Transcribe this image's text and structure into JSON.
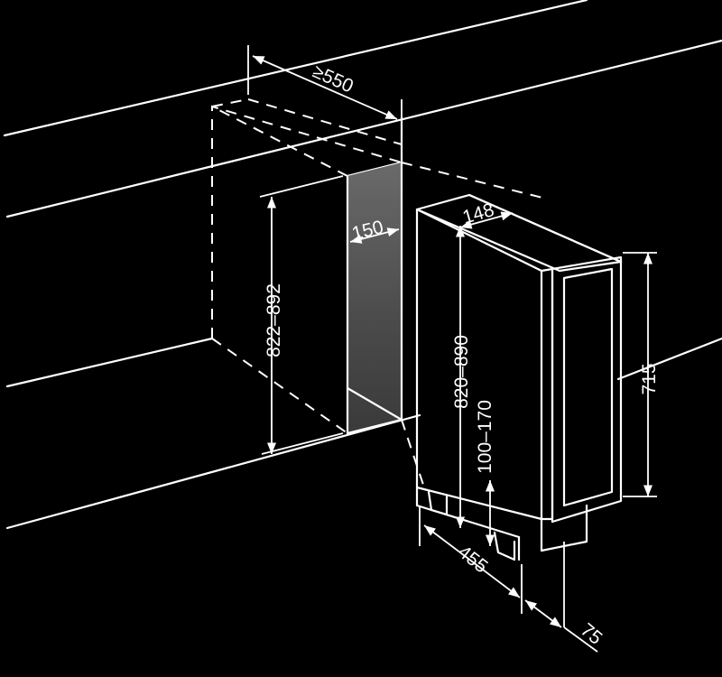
{
  "dimensions": {
    "depth_min": "≥550",
    "gap_width": "150",
    "unit_width": "148",
    "niche_height": "822–892",
    "unit_height": "820–890",
    "feet_height": "100–170",
    "door_height": "715",
    "unit_depth": "455",
    "door_depth": "75"
  },
  "colors": {
    "background": "#000000",
    "lines": "#ffffff",
    "gap_fill": "#5a5a5a",
    "glass_fill": "#3a3a3a"
  }
}
